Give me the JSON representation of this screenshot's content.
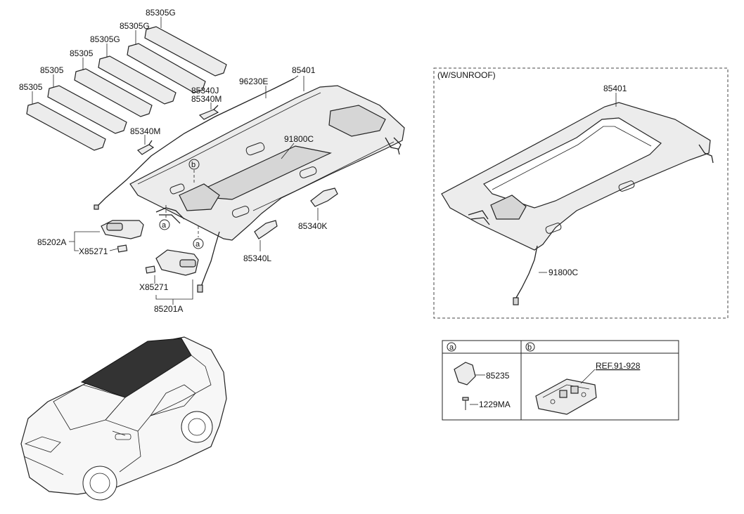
{
  "sunroof_box": {
    "title": "(W/SUNROOF)"
  },
  "labels": {
    "p85305g_1": "85305G",
    "p85305g_2": "85305G",
    "p85305g_3": "85305G",
    "p85305_1": "85305",
    "p85305_2": "85305",
    "p85305_3": "85305",
    "p96230e": "96230E",
    "p85401": "85401",
    "p85340j": "85340J",
    "p85340m_1": "85340M",
    "p85340m_2": "85340M",
    "p91800c": "91800C",
    "p85340k": "85340K",
    "p85340l": "85340L",
    "p85202a": "85202A",
    "px85271_1": "X85271",
    "px85271_2": "X85271",
    "p85201a": "85201A",
    "callout_a1": "a",
    "callout_a2": "a",
    "callout_b": "b",
    "sr_85401": "85401",
    "sr_91800c": "91800C"
  },
  "legend": {
    "col_a": "a",
    "col_b": "b",
    "a_part1": "85235",
    "a_part2": "1229MA",
    "b_ref": "REF.91-928"
  }
}
